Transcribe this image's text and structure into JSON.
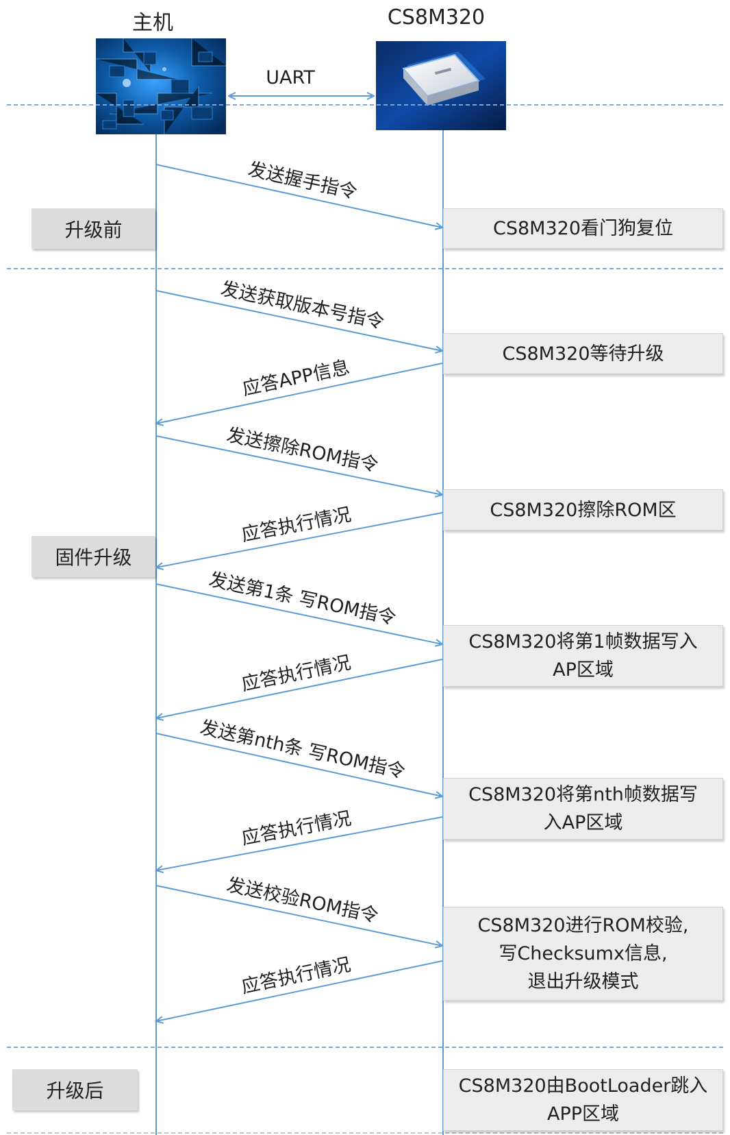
{
  "header": {
    "host_title": "主机",
    "chip_title": "CS8M320",
    "link_label": "UART"
  },
  "phases": {
    "before": "升级前",
    "upgrade": "固件升级",
    "after": "升级后"
  },
  "device_boxes": [
    {
      "lines": [
        "CS8M320看门狗复位"
      ]
    },
    {
      "lines": [
        "CS8M320等待升级"
      ]
    },
    {
      "lines": [
        "CS8M320擦除ROM区"
      ]
    },
    {
      "lines": [
        "CS8M320将第1帧数据写入",
        "AP区域"
      ]
    },
    {
      "lines": [
        "CS8M320将第nth帧数据写",
        "入AP区域"
      ]
    },
    {
      "lines": [
        "CS8M320进行ROM校验,",
        "写Checksumx信息,",
        "退出升级模式"
      ]
    },
    {
      "lines": [
        "CS8M320由BootLoader跳入",
        "APP区域"
      ]
    }
  ],
  "messages": [
    {
      "direction": "host-to-chip",
      "label": "发送握手指令"
    },
    {
      "direction": "host-to-chip",
      "label": "发送获取版本号指令"
    },
    {
      "direction": "chip-to-host",
      "label": "应答APP信息"
    },
    {
      "direction": "host-to-chip",
      "label": "发送擦除ROM指令"
    },
    {
      "direction": "chip-to-host",
      "label": "应答执行情况"
    },
    {
      "direction": "host-to-chip",
      "label": "发送第1条 写ROM指令"
    },
    {
      "direction": "chip-to-host",
      "label": "应答执行情况"
    },
    {
      "direction": "host-to-chip",
      "label": "发送第nth条 写ROM指令"
    },
    {
      "direction": "chip-to-host",
      "label": "应答执行情况"
    },
    {
      "direction": "host-to-chip",
      "label": "发送校验ROM指令"
    },
    {
      "direction": "chip-to-host",
      "label": "应答执行情况"
    }
  ],
  "colors": {
    "lifeline": "#5b9bd5",
    "box_fill": "#ececec",
    "phase_fill": "#dcdcdc",
    "divider": "#7aa7d6"
  }
}
